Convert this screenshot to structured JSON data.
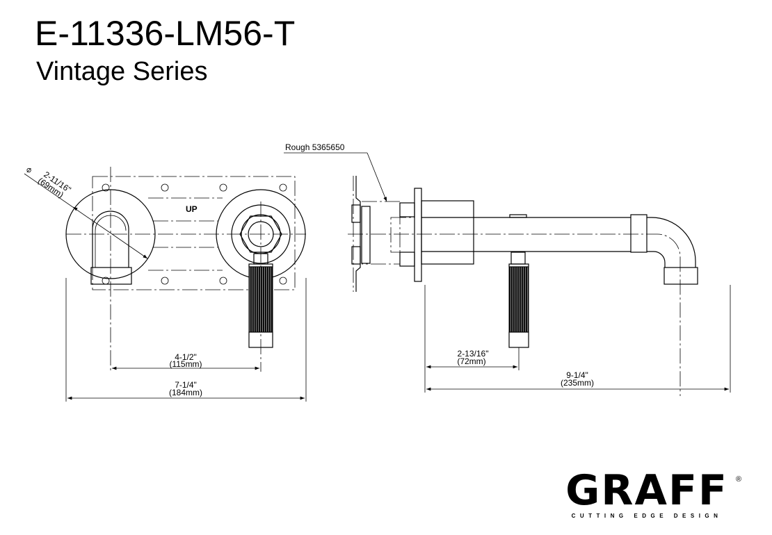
{
  "header": {
    "title": "E-11336-LM56-T",
    "subtitle": "Vintage Series"
  },
  "front_view": {
    "diameter_symbol": "⌀",
    "diameter_in": "2-11/16\"",
    "diameter_mm": "(69mm)",
    "up_label": "UP",
    "dim_center_in": "4-1/2\"",
    "dim_center_mm": "(115mm)",
    "dim_overall_in": "7-1/4\"",
    "dim_overall_mm": "(184mm)"
  },
  "side_view": {
    "rough_label": "Rough 5365650",
    "dim_handle_in": "2-13/16\"",
    "dim_handle_mm": "(72mm)",
    "dim_spout_in": "9-1/4\"",
    "dim_spout_mm": "(235mm)"
  },
  "logo": {
    "brand": "GRAFF",
    "tagline": "CUTTING EDGE DESIGN",
    "registered": "®"
  }
}
